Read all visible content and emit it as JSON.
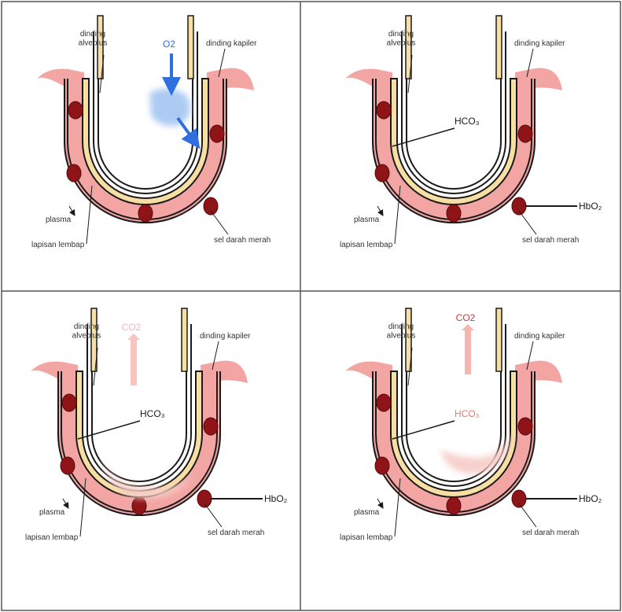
{
  "colors": {
    "capillary": "#f2a5a3",
    "capillary_light": "#f7c4c2",
    "layer": "#f7dfa3",
    "cell": "#8e1418",
    "outline": "#1a1a1a",
    "o2_arrow": "#2f6fe0",
    "o2_cloud": "#9fc3f0",
    "co2_faint": "#f5b5b0",
    "co2_fill": "#f6cbc6",
    "hco3_cloud": "#f4b0aa",
    "grid": "#555555"
  },
  "panels": [
    {
      "id": "p1",
      "labels": {
        "dinding_alveolus": "dinding\nalveolus",
        "dinding_kapiler": "dinding kapiler",
        "plasma": "plasma",
        "lapisan_lembap": "lapisan lembap",
        "sel_darah_merah": "sel darah merah"
      },
      "gas": {
        "label": "O2",
        "type": "o2-in"
      },
      "hco3": "",
      "hbo2": ""
    },
    {
      "id": "p2",
      "labels": {
        "dinding_alveolus": "dinding\nalveolus",
        "dinding_kapiler": "dinding kapiler",
        "plasma": "plasma",
        "lapisan_lembap": "lapisan lembap",
        "sel_darah_merah": "sel darah merah"
      },
      "gas": {
        "label": "",
        "type": "none"
      },
      "hco3": "HCO₃",
      "hbo2": "HbO₂"
    },
    {
      "id": "p3",
      "labels": {
        "dinding_alveolus": "dinding\nalveolus",
        "dinding_kapiler": "dinding kapiler",
        "plasma": "plasma",
        "lapisan_lembap": "lapisan lembap",
        "sel_darah_merah": "sel darah merah"
      },
      "gas": {
        "label": "CO2",
        "type": "co2-faint"
      },
      "hco3": "HCO₃",
      "hbo2": "HbO₂"
    },
    {
      "id": "p4",
      "labels": {
        "dinding_alveolus": "dinding\nalveolus",
        "dinding_kapiler": "dinding kapiler",
        "plasma": "plasma",
        "lapisan_lembap": "lapisan lembap",
        "sel_darah_merah": "sel darah merah"
      },
      "gas": {
        "label": "CO2",
        "type": "co2-out"
      },
      "hco3": "HCO₃",
      "hbo2": "HbO₂"
    }
  ]
}
